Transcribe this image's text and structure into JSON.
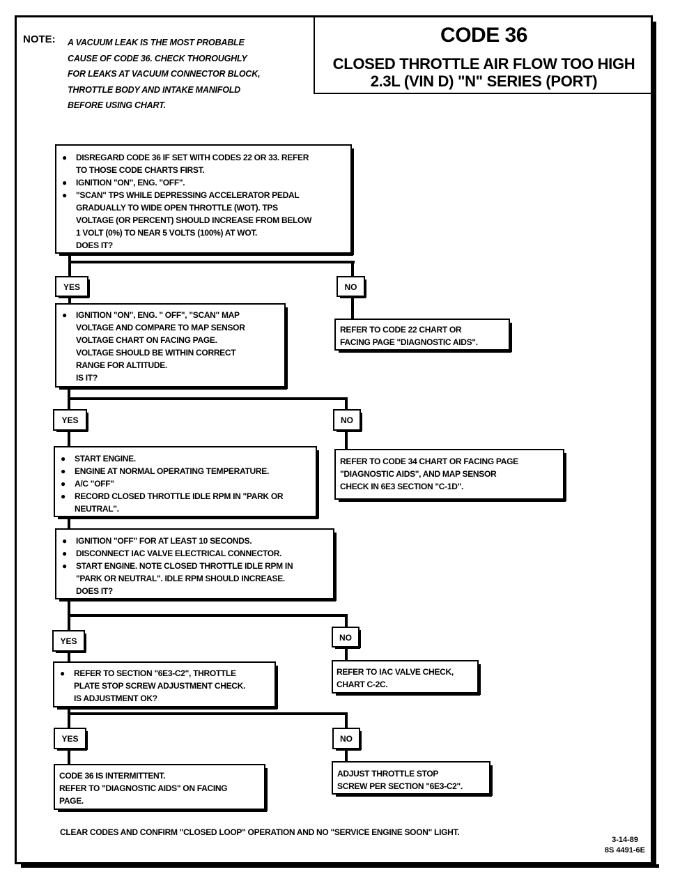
{
  "note": {
    "label": "NOTE:",
    "lines": [
      "A VACUUM LEAK IS THE MOST PROBABLE",
      "CAUSE OF CODE 36.  CHECK THOROUGHLY",
      "FOR LEAKS AT VACUUM CONNECTOR BLOCK,",
      "THROTTLE BODY AND INTAKE MANIFOLD",
      "BEFORE USING CHART."
    ]
  },
  "title": {
    "code": "CODE 36",
    "line1": "CLOSED THROTTLE AIR FLOW TOO HIGH",
    "line2": "2.3L  (VIN D)   \"N\"  SERIES  (PORT)"
  },
  "bullet": "●",
  "step1": {
    "items": [
      [
        "DISREGARD CODE 36 IF SET WITH CODES 22 OR 33.  REFER",
        "TO THOSE CODE CHARTS FIRST."
      ],
      [
        "IGNITION \"ON\", ENG. \"OFF\"."
      ],
      [
        "\"SCAN\" TPS WHILE DEPRESSING ACCELERATOR PEDAL",
        "GRADUALLY TO WIDE OPEN THROTTLE (WOT).  TPS",
        "VOLTAGE (OR PERCENT) SHOULD INCREASE FROM BELOW",
        "1 VOLT (0%) TO NEAR 5 VOLTS (100%) AT WOT.",
        "DOES IT?"
      ]
    ]
  },
  "yes": "YES",
  "no": "NO",
  "no1": [
    "REFER TO CODE 22 CHART OR",
    "FACING PAGE  \"DIAGNOSTIC AIDS\"."
  ],
  "step2": {
    "items": [
      [
        "IGNITION \"ON\", ENG. \" OFF\", \"SCAN\" MAP",
        "VOLTAGE AND COMPARE TO MAP SENSOR",
        "VOLTAGE CHART ON FACING PAGE.",
        "VOLTAGE SHOULD BE WITHIN CORRECT",
        "RANGE FOR ALTITUDE.",
        "IS IT?"
      ]
    ]
  },
  "no2": [
    "REFER TO CODE 34 CHART OR FACING PAGE",
    "\"DIAGNOSTIC AIDS\", AND MAP SENSOR",
    "CHECK IN 6E3 SECTION \"C-1D\"."
  ],
  "step3": {
    "items": [
      [
        "START ENGINE."
      ],
      [
        "ENGINE AT NORMAL OPERATING TEMPERATURE."
      ],
      [
        "A/C \"OFF\""
      ],
      [
        "RECORD CLOSED THROTTLE IDLE RPM IN \"PARK OR",
        "NEUTRAL\"."
      ]
    ]
  },
  "step4": {
    "items": [
      [
        "IGNITION \"OFF\" FOR AT LEAST 10 SECONDS."
      ],
      [
        "DISCONNECT IAC VALVE ELECTRICAL CONNECTOR."
      ],
      [
        "START ENGINE.  NOTE CLOSED THROTTLE IDLE RPM IN",
        "\"PARK OR NEUTRAL\".  IDLE RPM SHOULD INCREASE.",
        "DOES IT?"
      ]
    ]
  },
  "no4": [
    "REFER TO  IAC VALVE CHECK,",
    "CHART C-2C."
  ],
  "step5": {
    "items": [
      [
        "REFER TO SECTION \"6E3-C2\", THROTTLE",
        "PLATE STOP SCREW ADJUSTMENT CHECK.",
        "IS ADJUSTMENT OK?"
      ]
    ]
  },
  "yes5": [
    "CODE 36 IS INTERMITTENT.",
    "REFER TO \"DIAGNOSTIC AIDS\" ON FACING",
    "PAGE."
  ],
  "no5": [
    "ADJUST THROTTLE STOP",
    "SCREW PER SECTION \"6E3-C2\"."
  ],
  "footer": "CLEAR CODES AND CONFIRM \"CLOSED LOOP\" OPERATION AND NO \"SERVICE ENGINE SOON\" LIGHT.",
  "ref": {
    "date": "3-14-89",
    "number": "8S 4491-6E"
  }
}
